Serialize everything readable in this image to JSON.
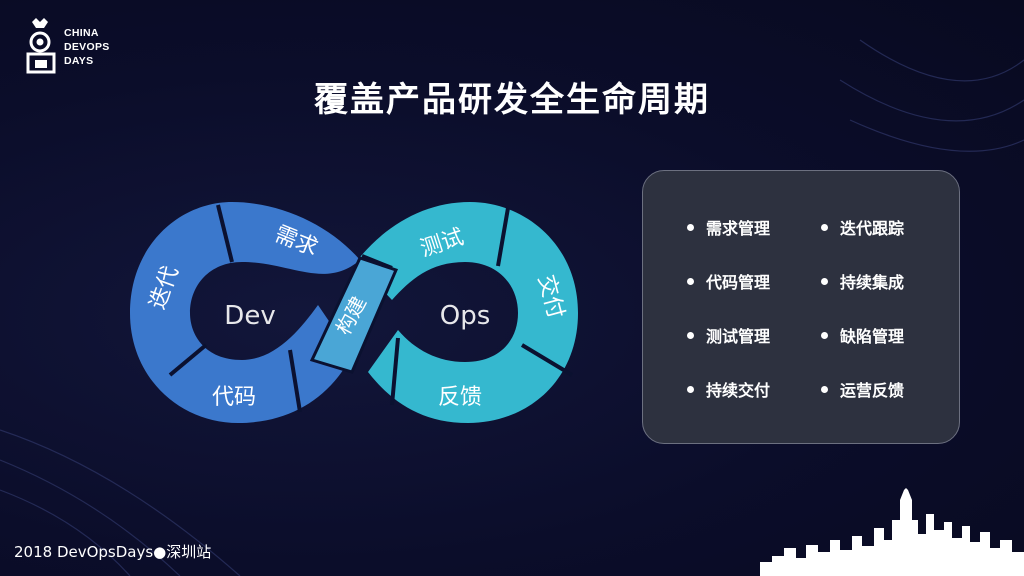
{
  "logo": {
    "line1": "CHINA",
    "line2": "DEVOPS",
    "line3": "DAYS"
  },
  "title": "覆盖产品研发全生命周期",
  "diagram": {
    "left_loop_label": "Dev",
    "right_loop_label": "Ops",
    "stages": {
      "iterate": "迭代",
      "requirement": "需求",
      "code": "代码",
      "build": "构建",
      "test": "测试",
      "deliver": "交付",
      "feedback": "反馈"
    },
    "colors": {
      "dev_blue": "#3b78cc",
      "dev_blue_dark": "#2e64b5",
      "ops_teal": "#35b8cf",
      "ops_teal_dark": "#2aa1bb",
      "seam": "#0b1130"
    }
  },
  "features": {
    "col1": [
      "需求管理",
      "代码管理",
      "测试管理",
      "持续交付"
    ],
    "col2": [
      "迭代跟踪",
      "持续集成",
      "缺陷管理",
      "运营反馈"
    ]
  },
  "footer": "2018 DevOpsDays●深圳站"
}
